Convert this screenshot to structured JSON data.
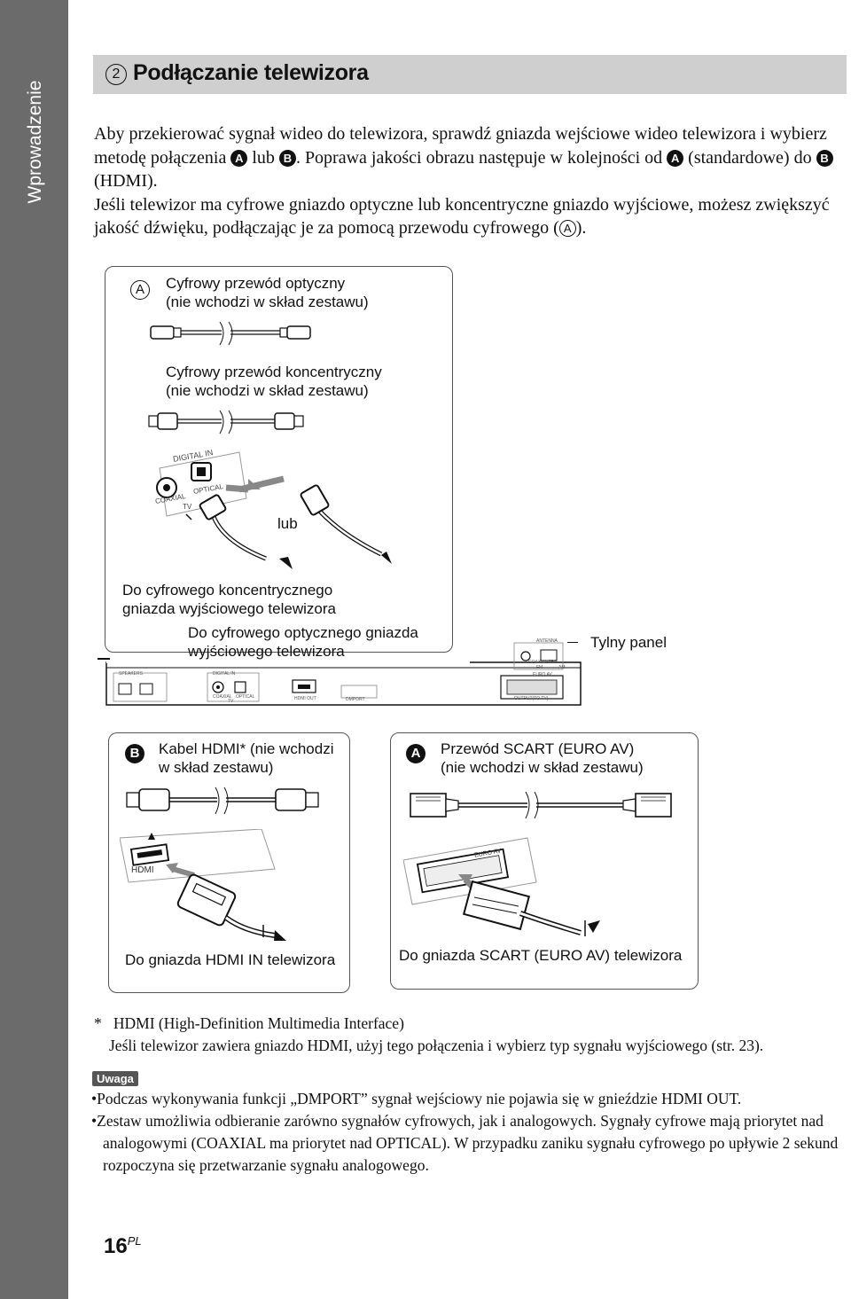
{
  "sidebar": {
    "tab_label": "Wprowadzenie"
  },
  "header": {
    "step_number": "2",
    "title": "Podłączanie telewizora"
  },
  "intro": {
    "p1_a": "Aby przekierować sygnał wideo do telewizora, sprawdź gniazda wejściowe wideo telewizora i wybierz metodę połączenia ",
    "p1_b": " lub ",
    "p1_c": ". Poprawa jakości obrazu następuje w kolejności od ",
    "p1_d": " (standardowe) do ",
    "p1_e": " (HDMI).",
    "p2_a": "Jeśli telewizor ma cyfrowe gniazdo optyczne lub koncentryczne gniazdo wyjściowe, możesz zwiększyć jakość dźwięku, podłączając je za pomocą przewodu cyfrowego (",
    "p2_b": ")."
  },
  "letters": {
    "a": "A",
    "b": "B"
  },
  "audio_panel": {
    "optical_cable": [
      "Cyfrowy przewód optyczny",
      "(nie wchodzi w skład zestawu)"
    ],
    "coaxial_cable": [
      "Cyfrowy przewód koncentryczny",
      "(nie wchodzi w skład zestawu)"
    ],
    "jack_digital_in": "DIGITAL IN",
    "jack_coaxial": "COAXIAL",
    "jack_optical": "OPTICAL",
    "jack_tv": "TV",
    "or_label": "lub",
    "to_coaxial": [
      "Do cyfrowego koncentrycznego",
      "gniazda wyjściowego telewizora"
    ],
    "to_optical": [
      "Do cyfrowego optycznego gniazda",
      "wyjściowego telewizora"
    ]
  },
  "rear_panel": {
    "label": "Tylny panel",
    "antenna": "ANTENNA",
    "coaxial_fm": "COAXIAL 75Ω",
    "fm": "FM",
    "am": "AM",
    "euro_av": "EURO AV",
    "output_tv": "OUTPUT(TO TV)",
    "hdmi_out": "HDMI OUT",
    "dmport": "DMPORT",
    "digital_in": "DIGITAL IN",
    "coaxial": "COAXIAL",
    "optical": "OPTICAL",
    "tv": "TV",
    "speakers": "SPEAKERS"
  },
  "hdmi_panel": {
    "cable": [
      "Kabel HDMI* (nie wchodzi",
      "w skład zestawu)"
    ],
    "jack": "HDMI",
    "to_tv": "Do gniazda HDMI IN telewizora"
  },
  "scart_panel": {
    "cable": [
      "Przewód SCART (EURO AV)",
      "(nie wchodzi w skład zestawu)"
    ],
    "jack": "EURO AV",
    "to_tv": "Do gniazda SCART (EURO AV) telewizora"
  },
  "footnote": {
    "marker": "*",
    "line1": "HDMI (High-Definition Multimedia Interface)",
    "line2": "Jeśli telewizor zawiera gniazdo HDMI, użyj tego połączenia i wybierz typ sygnału wyjściowego (str. 23)."
  },
  "note": {
    "badge": "Uwaga",
    "items": [
      "•Podczas wykonywania funkcji „DMPORT” sygnał wejściowy nie pojawia się w gnieździe HDMI OUT.",
      "•Zestaw umożliwia odbieranie zarówno sygnałów cyfrowych, jak i analogowych. Sygnały cyfrowe mają priorytet nad analogowymi (COAXIAL ma priorytet nad OPTICAL). W przypadku zaniku sygnału cyfrowego po upływie 2 sekund rozpoczyna się przetwarzanie sygnału analogowego."
    ]
  },
  "page": {
    "number": "16",
    "suffix": "PL"
  }
}
